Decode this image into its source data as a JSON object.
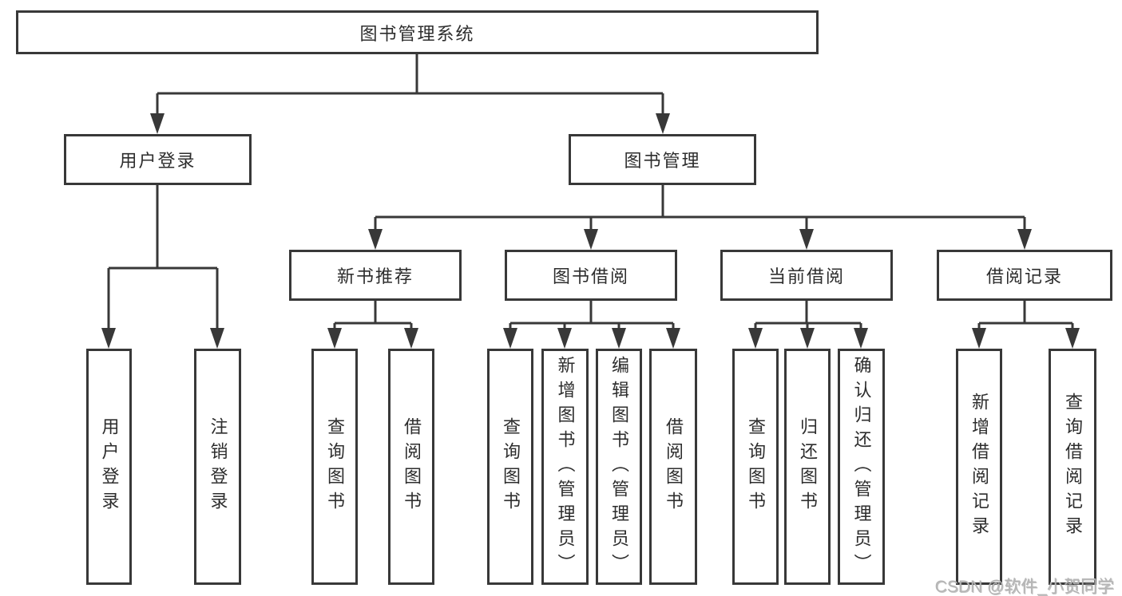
{
  "title": "图书管理系统",
  "watermark": "CSDN @软件_小贺同学",
  "colors": {
    "line": "#383838",
    "text": "#2d2d2d",
    "background": "#ffffff",
    "watermark": "#b5b5b5"
  },
  "tree": {
    "root": {
      "label": "图书管理系统"
    },
    "branches": [
      {
        "label": "用户登录",
        "children": [
          {
            "label": "用户登录"
          },
          {
            "label": "注销登录"
          }
        ]
      },
      {
        "label": "图书管理",
        "sections": [
          {
            "label": "新书推荐",
            "children": [
              {
                "label": "查询图书"
              },
              {
                "label": "借阅图书"
              }
            ]
          },
          {
            "label": "图书借阅",
            "children": [
              {
                "label": "查询图书"
              },
              {
                "label": "新增图书（管理员）"
              },
              {
                "label": "编辑图书（管理员）"
              },
              {
                "label": "借阅图书"
              }
            ]
          },
          {
            "label": "当前借阅",
            "children": [
              {
                "label": "查询图书"
              },
              {
                "label": "归还图书"
              },
              {
                "label": "确认归还（管理员）"
              }
            ]
          },
          {
            "label": "借阅记录",
            "children": [
              {
                "label": "新增借阅记录"
              },
              {
                "label": "查询借阅记录"
              }
            ]
          }
        ]
      }
    ]
  }
}
